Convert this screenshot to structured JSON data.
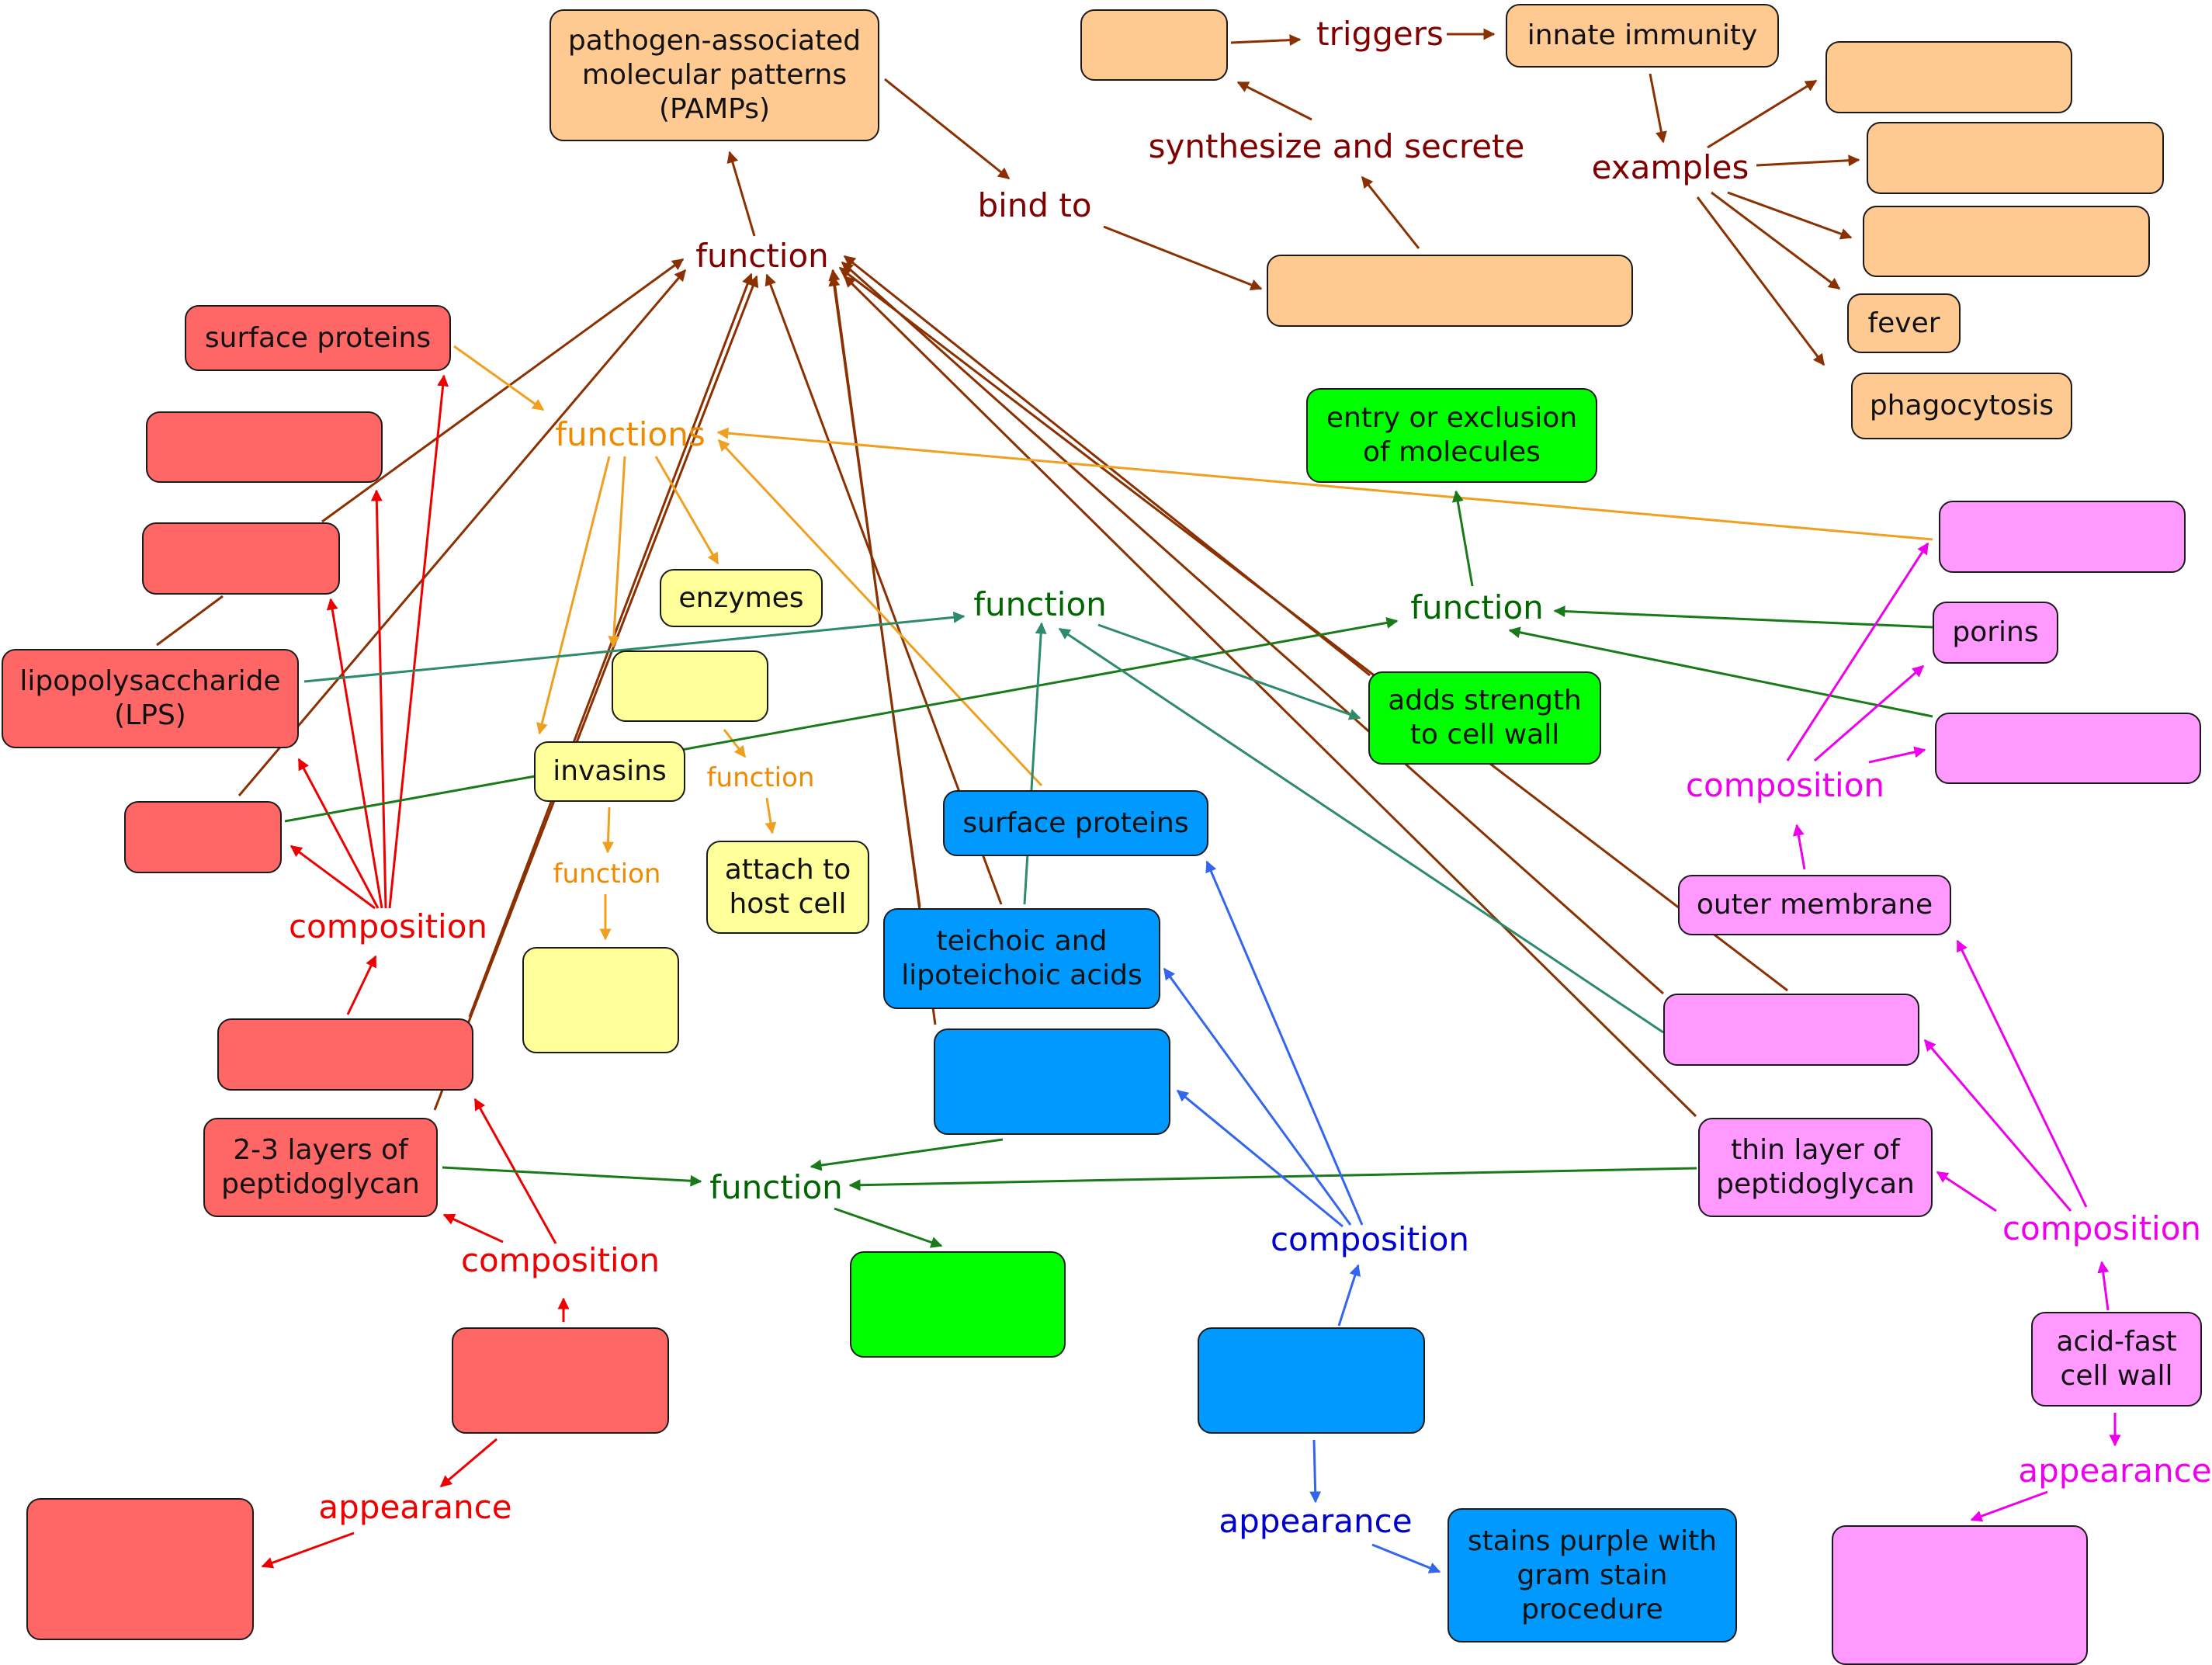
{
  "colors": {
    "pamp_box": "#ffc992",
    "red_box": "#ff6666",
    "yellow_box": "#ffff99",
    "green_box": "#00ff00",
    "blue_box": "#0099ff",
    "pink_box": "#ff99ff",
    "brown_text": "#800000",
    "orange_text": "#ef8a00",
    "red_text": "#ee0000",
    "green_text": "#006600",
    "blue_text": "#0000cc",
    "magenta_text": "#ee00ee",
    "arrow_brown": "#8b3000",
    "arrow_orange": "#f0a020",
    "arrow_red": "#ee0000",
    "arrow_darkgreen": "#1a7a1a",
    "arrow_teal": "#2e8b6a",
    "arrow_blue": "#3366ee",
    "arrow_magenta": "#ee00ee"
  },
  "nodes": {
    "pamps": "pathogen-associated\nmolecular patterns\n(PAMPs)",
    "innate_immunity": "innate immunity",
    "fever": "fever",
    "phagocytosis": "phagocytosis",
    "surface_proteins_red": "surface proteins",
    "lps": "lipopolysaccharide\n(LPS)",
    "two_three_layers": "2-3 layers of\npeptidoglycan",
    "enzymes": "enzymes",
    "invasins": "invasins",
    "attach_host": "attach to\nhost cell",
    "entry_exclusion": "entry or exclusion\nof molecules",
    "adds_strength": "adds strength\nto cell wall",
    "surface_proteins_blue": "surface proteins",
    "teichoic": "teichoic and\nlipoteichoic acids",
    "stains_purple": "stains purple with\ngram stain\nprocedure",
    "porins": "porins",
    "outer_membrane": "outer membrane",
    "thin_layer": "thin layer of\npeptidoglycan",
    "acid_fast": "acid-fast\ncell wall"
  },
  "labels": {
    "triggers": "triggers",
    "synthesize": "synthesize and secrete",
    "examples": "examples",
    "bind_to": "bind to",
    "function_top": "function",
    "functions_orange": "functions",
    "function_orange_a": "function",
    "function_orange_b": "function",
    "function_green_mid": "function",
    "function_green_right": "function",
    "function_green_bottom": "function",
    "composition_red_upper": "composition",
    "composition_red_lower": "composition",
    "appearance_red": "appearance",
    "composition_blue": "composition",
    "appearance_blue": "appearance",
    "composition_pink_upper": "composition",
    "composition_pink_lower": "composition",
    "appearance_pink": "appearance"
  }
}
